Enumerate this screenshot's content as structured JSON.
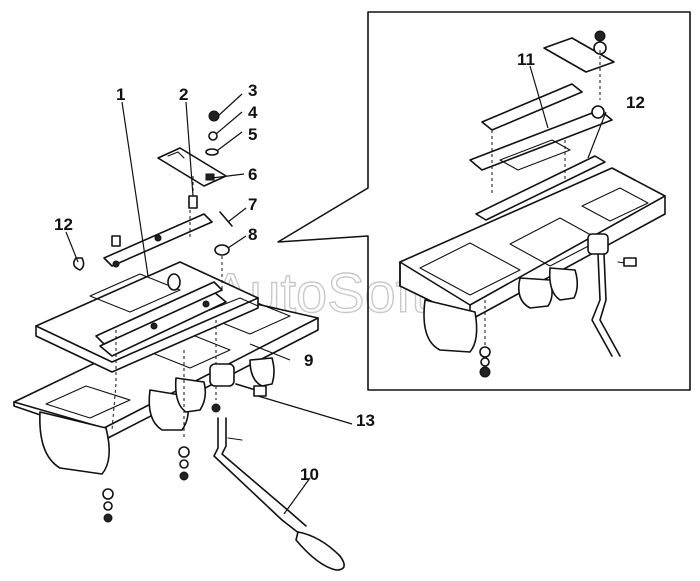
{
  "watermark": "AutoSoft",
  "callouts": {
    "c1": "1",
    "c2": "2",
    "c3": "3",
    "c4": "4",
    "c5": "5",
    "c6": "6",
    "c7": "7",
    "c8": "8",
    "c9": "9",
    "c10": "10",
    "c11": "11",
    "c12_left": "12",
    "c12_right": "12",
    "c13": "13"
  }
}
